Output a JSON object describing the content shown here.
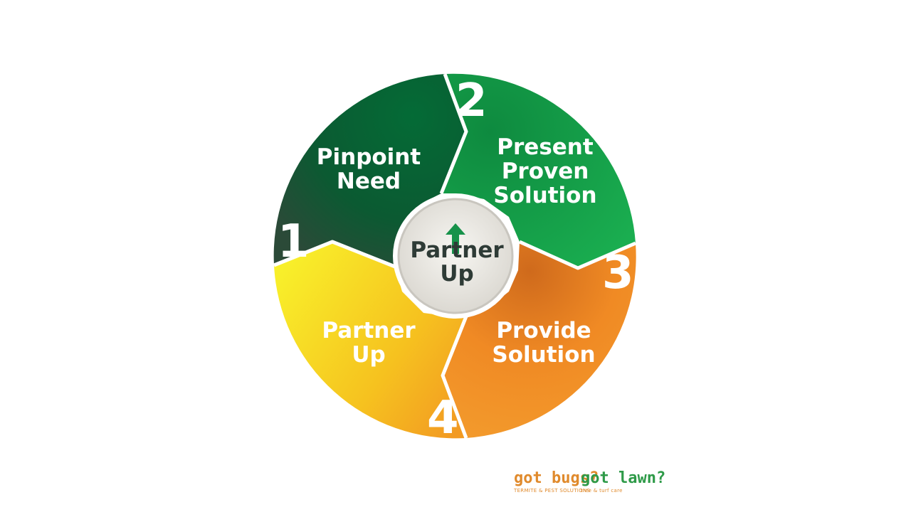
{
  "diagram": {
    "center": {
      "line1": "Partner",
      "line2": "Up"
    },
    "segments": [
      {
        "number": "1",
        "line1": "Pinpoint",
        "line2": "Need",
        "line3": ""
      },
      {
        "number": "2",
        "line1": "Present",
        "line2": "Proven",
        "line3": "Solution"
      },
      {
        "number": "3",
        "line1": "Provide",
        "line2": "Solution",
        "line3": ""
      },
      {
        "number": "4",
        "line1": "Partner",
        "line2": "Up",
        "line3": ""
      }
    ],
    "colors": {
      "pinpoint_need": "#0b5a32",
      "present_solution": "#16a04a",
      "provide_solution": "#ee8a25",
      "partner_up": "#f4d01c",
      "hub": "#e9e7e2",
      "arrow": "#17924a"
    }
  },
  "logos": {
    "bugs": {
      "text": "got bugs?",
      "tagline": "TERMITE & PEST SOLUTIONS",
      "color": "#e08a2c"
    },
    "lawn": {
      "text": "got lawn?",
      "tagline": "tree & turf care",
      "color": "#2e9a48"
    }
  }
}
